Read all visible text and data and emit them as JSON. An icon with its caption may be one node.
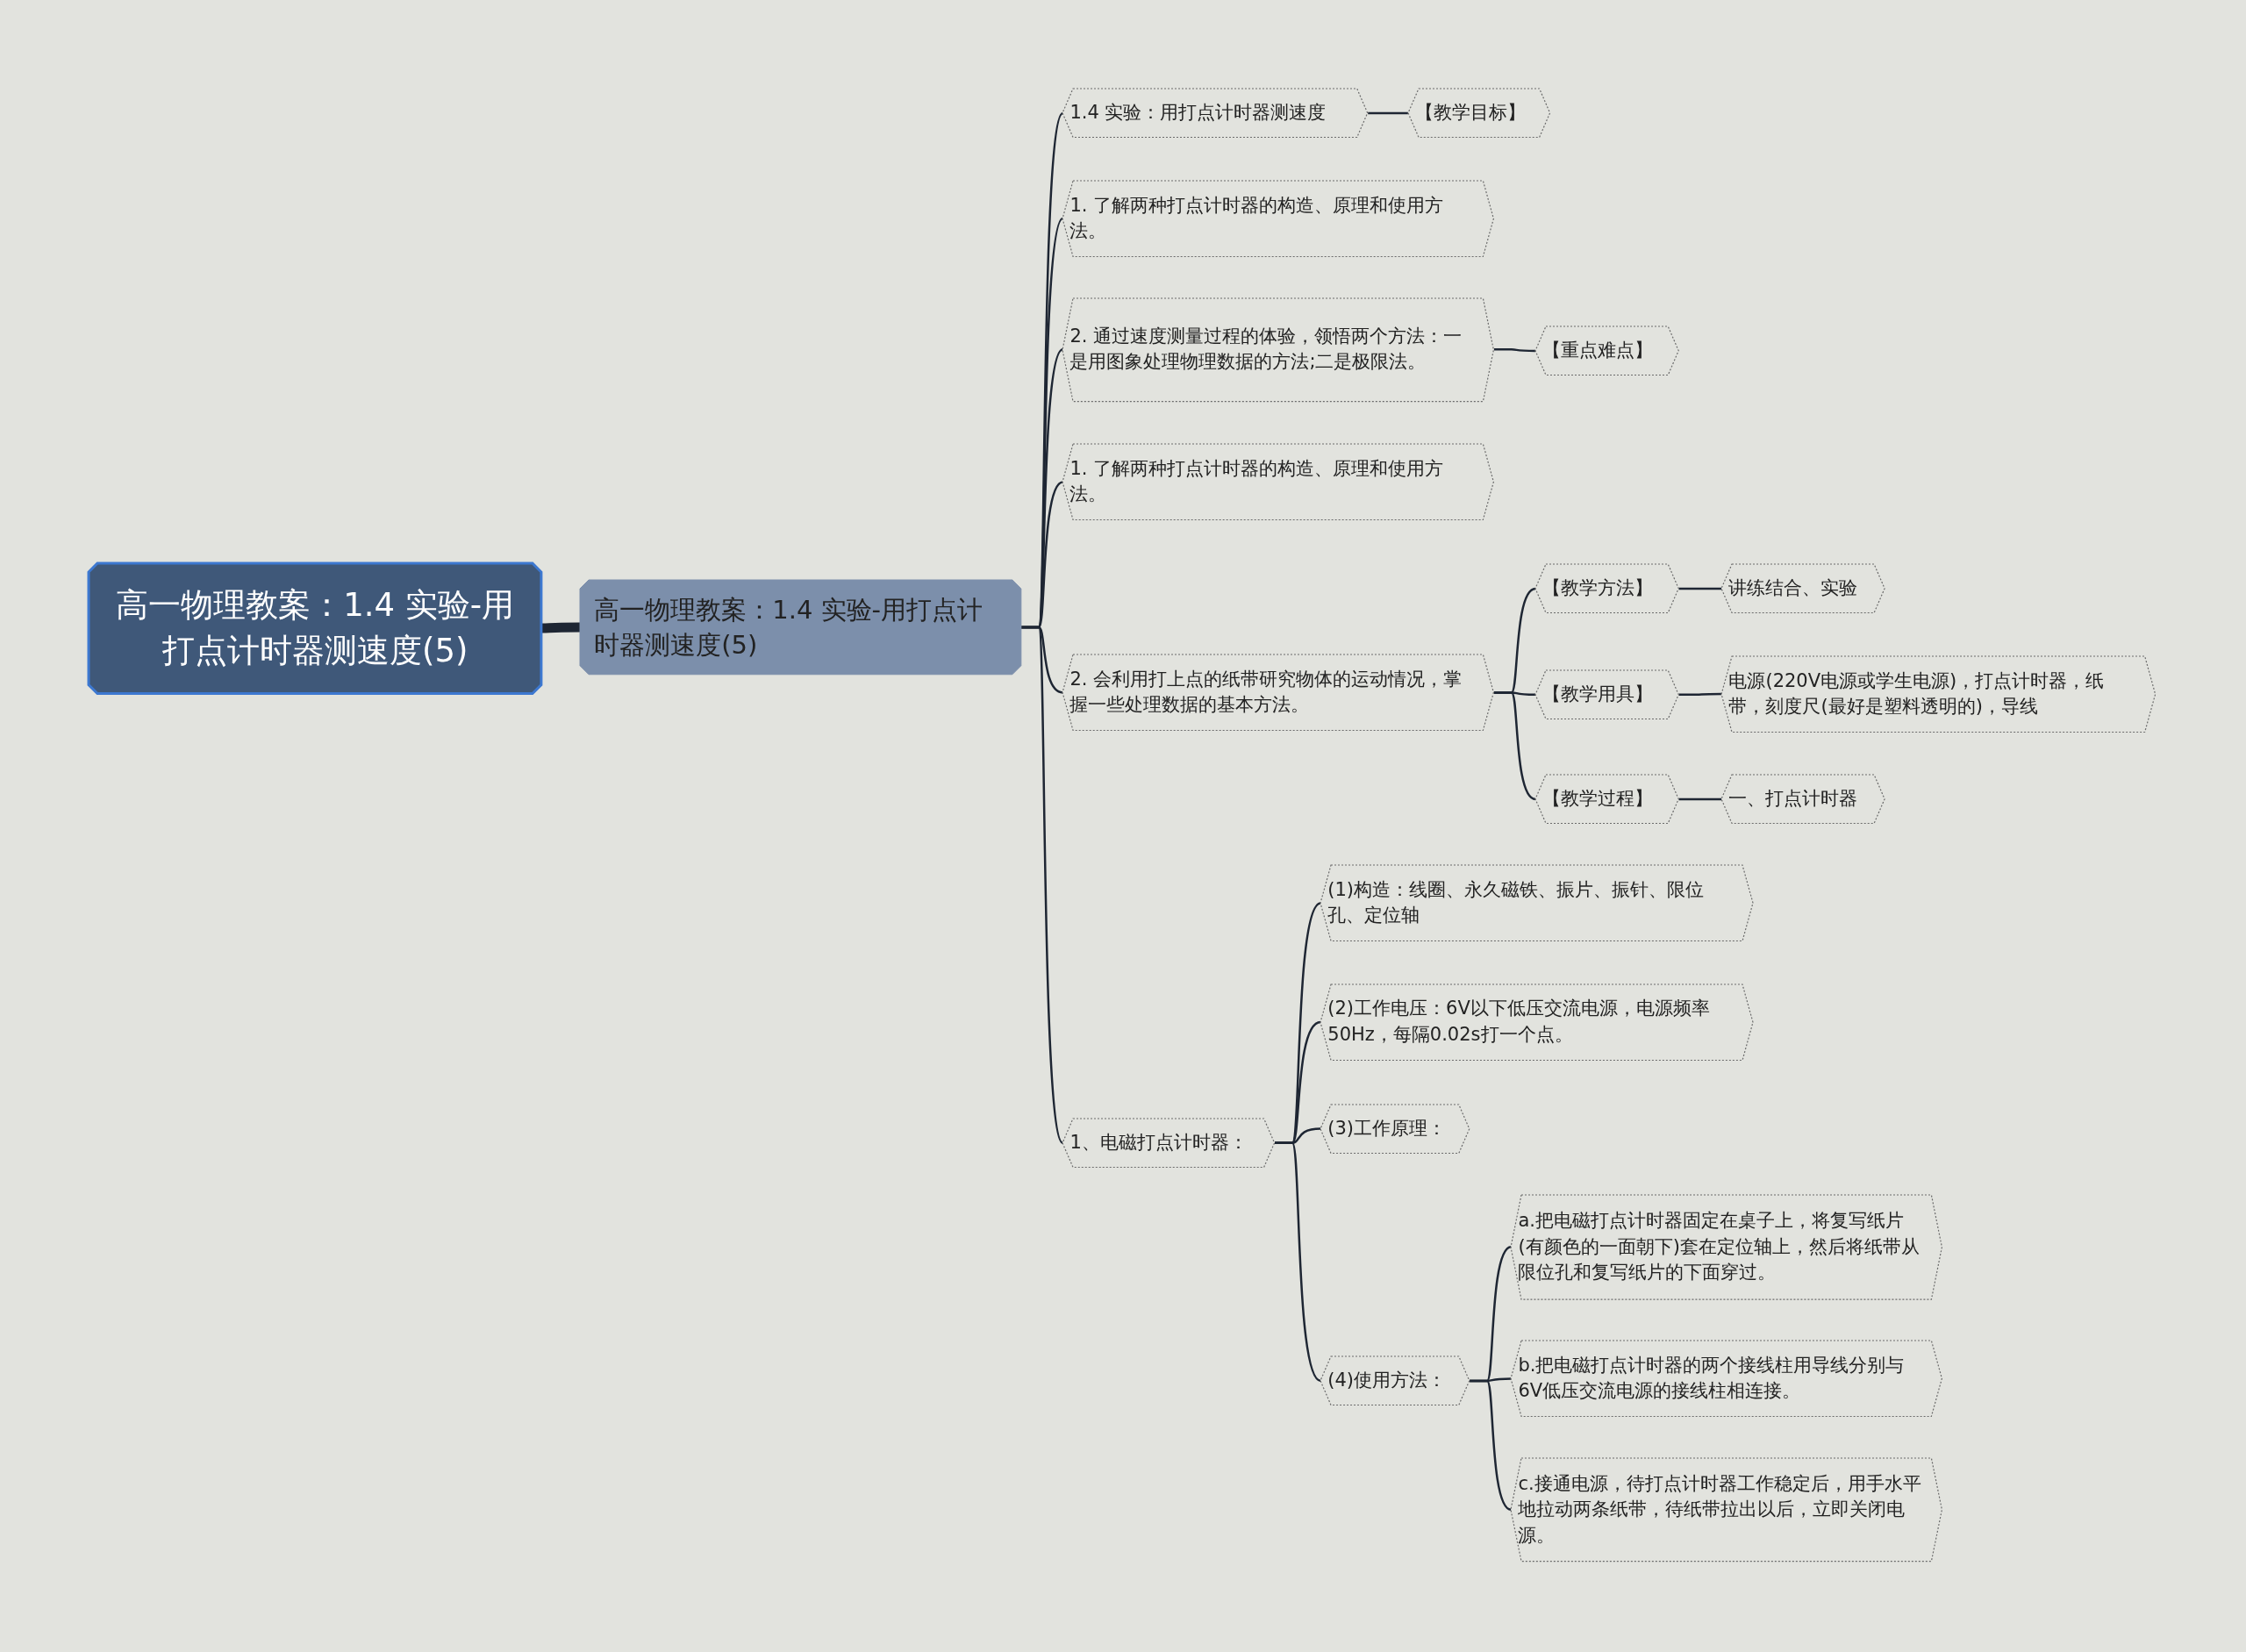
{
  "diagram": {
    "nodes": [
      {
        "text": [
          "高一物理教案：1.4 实验-用打点计时器测速度(5)"
        ]
      },
      {
        "text": [
          "高一物理教案：1.4 实验-用打点计时器测速度(5)"
        ]
      },
      {
        "text": [
          "1.4 实验：用打点计时器测速度"
        ]
      },
      {
        "text": [
          "【教学目标】"
        ]
      },
      {
        "text": [
          "1. 了解两种打点计时器的构造、原理和使用方法。"
        ]
      },
      {
        "text": [
          "2. 通过速度测量过程的体验，领悟两个方法：一是用图象处理物理数据的方法;二是极限法。"
        ]
      },
      {
        "text": [
          "【重点难点】"
        ]
      },
      {
        "text": [
          "1. 了解两种打点计时器的构造、原理和使用方法。"
        ]
      },
      {
        "text": [
          "2. 会利用打上点的纸带研究物体的运动情况，掌握一些处理数据的基本方法。"
        ]
      },
      {
        "text": [
          "【教学方法】"
        ]
      },
      {
        "text": [
          "讲练结合、实验"
        ]
      },
      {
        "text": [
          "【教学用具】"
        ]
      },
      {
        "text": [
          "电源(220V电源或学生电源)，打点计时器，纸带，刻度尺(最好是塑料透明的)，导线"
        ]
      },
      {
        "text": [
          "【教学过程】"
        ]
      },
      {
        "text": [
          "一、打点计时器"
        ]
      },
      {
        "text": [
          "1、电磁打点计时器："
        ]
      },
      {
        "text": [
          "(1)构造：线圈、永久磁铁、振片、振针、限位孔、定位轴"
        ]
      },
      {
        "text": [
          "(2)工作电压：6V以下低压交流电源，电源频率50Hz，每隔0.02s打一个点。"
        ]
      },
      {
        "text": [
          "(3)工作原理："
        ]
      },
      {
        "text": [
          "(4)使用方法："
        ]
      },
      {
        "text": [
          "a.把电磁打点计时器固定在桌子上，将复写纸片(有颜色的一面朝下)套在定位轴上，然后将纸带从限位孔和复写纸片的下面穿过。"
        ]
      },
      {
        "text": [
          "b.把电磁打点计时器的两个接线柱用导线分别与6V低压交流电源的接线柱相连接。"
        ]
      },
      {
        "text": [
          "c.接通电源，待打点计时器工作稳定后，用手水平地拉动两条纸带，待纸带拉出以后，立即关闭电源。"
        ]
      }
    ],
    "edges": [
      {
        "from": 0,
        "to": 1,
        "arrow": "none",
        "style": "thick"
      },
      {
        "from": 1,
        "to": 2,
        "arrow": "none"
      },
      {
        "from": 2,
        "to": 3,
        "arrow": "none"
      },
      {
        "from": 1,
        "to": 4,
        "arrow": "none"
      },
      {
        "from": 1,
        "to": 5,
        "arrow": "none"
      },
      {
        "from": 5,
        "to": 6,
        "arrow": "none"
      },
      {
        "from": 1,
        "to": 7,
        "arrow": "none"
      },
      {
        "from": 1,
        "to": 8,
        "arrow": "none"
      },
      {
        "from": 8,
        "to": 9,
        "arrow": "none"
      },
      {
        "from": 9,
        "to": 10,
        "arrow": "none"
      },
      {
        "from": 8,
        "to": 11,
        "arrow": "none"
      },
      {
        "from": 11,
        "to": 12,
        "arrow": "none"
      },
      {
        "from": 8,
        "to": 13,
        "arrow": "none"
      },
      {
        "from": 13,
        "to": 14,
        "arrow": "none"
      },
      {
        "from": 1,
        "to": 15,
        "arrow": "none"
      },
      {
        "from": 15,
        "to": 16,
        "arrow": "none"
      },
      {
        "from": 15,
        "to": 17,
        "arrow": "none"
      },
      {
        "from": 15,
        "to": 18,
        "arrow": "none"
      },
      {
        "from": 15,
        "to": 19,
        "arrow": "none"
      },
      {
        "from": 19,
        "to": 20,
        "arrow": "none"
      },
      {
        "from": 19,
        "to": 21,
        "arrow": "none"
      },
      {
        "from": 19,
        "to": 22,
        "arrow": "none"
      }
    ]
  }
}
